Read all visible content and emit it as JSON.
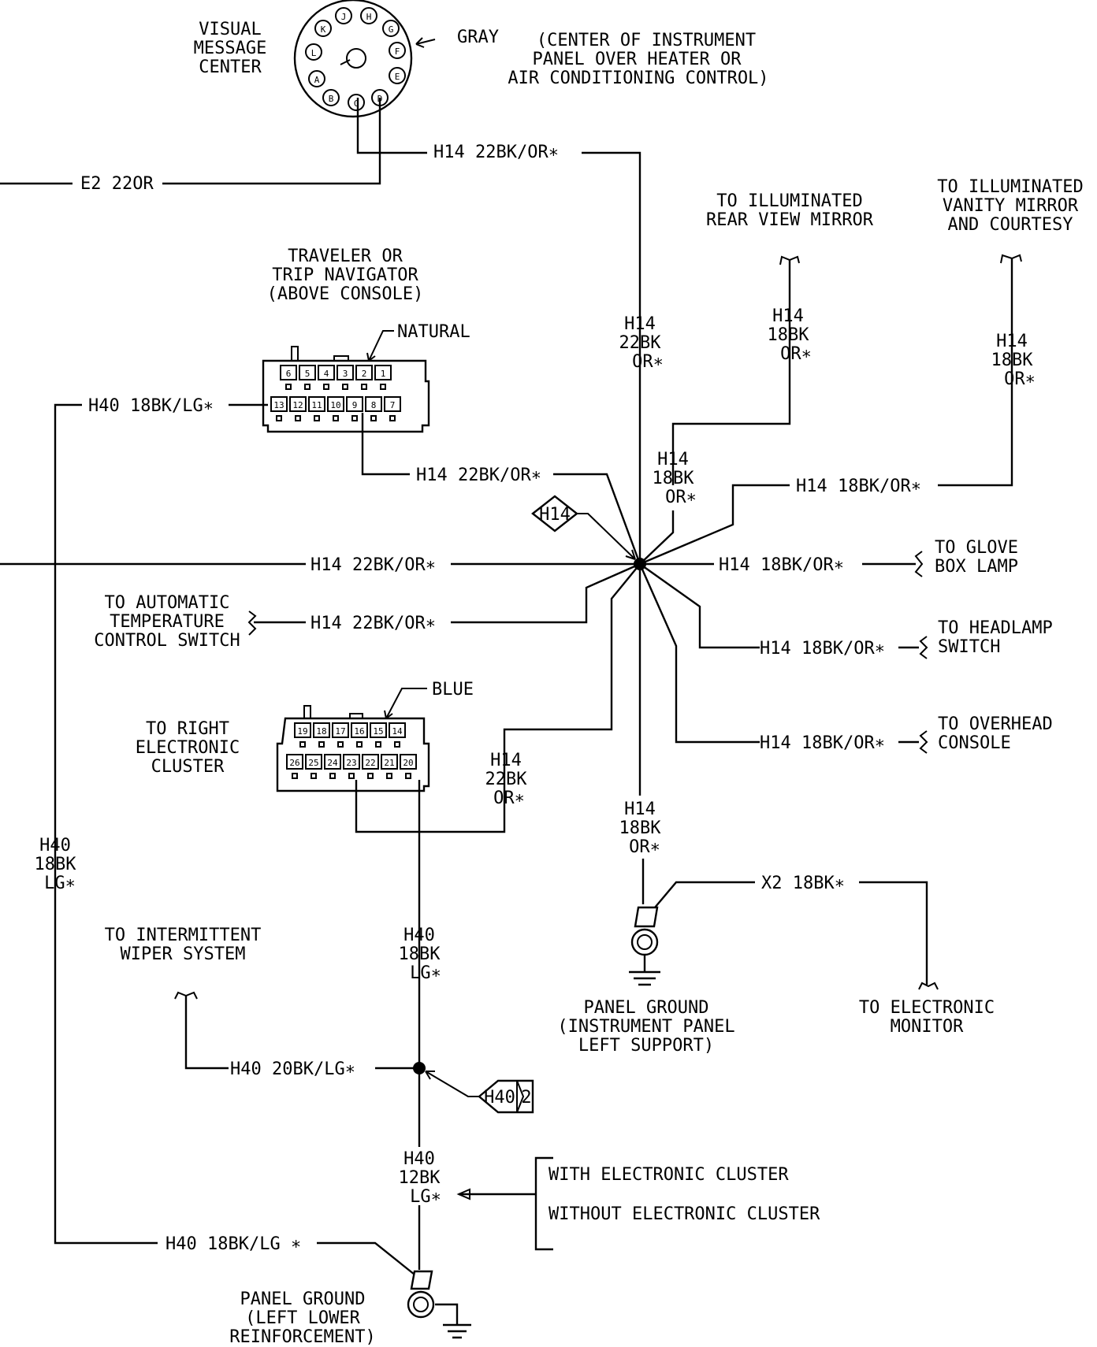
{
  "visual_message_center": {
    "title": [
      "VISUAL",
      "MESSAGE",
      "CENTER"
    ],
    "pins": [
      "A",
      "B",
      "C",
      "D",
      "E",
      "F",
      "G",
      "H",
      "J",
      "K",
      "L"
    ],
    "color": "GRAY",
    "location": [
      "(CENTER OF INSTRUMENT",
      "PANEL OVER HEATER OR",
      "AIR CONDITIONING CONTROL)"
    ]
  },
  "traveler": {
    "title": [
      "TRAVELER OR",
      "TRIP NAVIGATOR",
      "(ABOVE CONSOLE)"
    ],
    "color": "NATURAL",
    "row1": [
      "6",
      "5",
      "4",
      "3",
      "2",
      "1"
    ],
    "row2": [
      "13",
      "12",
      "11",
      "10",
      "9",
      "8",
      "7"
    ]
  },
  "cluster": {
    "title": [
      "TO RIGHT",
      "ELECTRONIC",
      "CLUSTER"
    ],
    "color": "BLUE",
    "row1": [
      "19",
      "18",
      "17",
      "16",
      "15",
      "14"
    ],
    "row2": [
      "26",
      "25",
      "24",
      "23",
      "22",
      "21",
      "20"
    ]
  },
  "splices": {
    "h14": "H14",
    "h40": "H40",
    "h40_num": "2"
  },
  "wires": {
    "h14_22_or": "H14 22BK/OR∗",
    "e2": "E2 22OR",
    "h40_18_lg": "H40 18BK/LG∗",
    "h40_18_lg_spaced": "H40 18BK/LG ∗",
    "h40_20_lg": "H40 20BK/LG∗",
    "h14_18_or": "H14 18BK/OR∗",
    "x2": "X2 18BK∗",
    "v_h14_22_top": [
      "H14",
      "22BK",
      "OR∗"
    ],
    "v_h14_18_rear": [
      "H14",
      "18BK",
      "OR∗"
    ],
    "v_h14_18_vanity": [
      "H14",
      "18BK",
      "OR∗"
    ],
    "v_h14_18_upper": [
      "H14",
      "18BK",
      "OR∗"
    ],
    "v_h14_22_cluster": [
      "H14",
      "22BK",
      "OR∗"
    ],
    "v_h14_18_ground": [
      "H14",
      "18BK",
      "OR∗"
    ],
    "v_h40_left": [
      "H40",
      "18BK",
      "LG∗"
    ],
    "v_h40_mid": [
      "H40",
      "18BK",
      "LG∗"
    ],
    "v_h40_12": [
      "H40",
      "12BK",
      "LG∗"
    ]
  },
  "destinations": {
    "rear_mirror": [
      "TO ILLUMINATED",
      "REAR VIEW MIRROR"
    ],
    "vanity": [
      "TO ILLUMINATED",
      "VANITY MIRROR",
      "AND COURTESY"
    ],
    "glove": [
      "TO GLOVE",
      "BOX LAMP"
    ],
    "headlamp": [
      "TO HEADLAMP",
      "SWITCH"
    ],
    "overhead": [
      "TO OVERHEAD",
      "CONSOLE"
    ],
    "atc": [
      "TO AUTOMATIC",
      "TEMPERATURE",
      "CONTROL SWITCH"
    ],
    "wiper": [
      "TO INTERMITTENT",
      "WIPER SYSTEM"
    ],
    "monitor": [
      "TO ELECTRONIC",
      "MONITOR"
    ]
  },
  "grounds": {
    "panel_ground": [
      "PANEL GROUND",
      "(INSTRUMENT PANEL",
      "LEFT SUPPORT)"
    ],
    "panel_ground_lower": [
      "PANEL GROUND",
      "(LEFT LOWER",
      "REINFORCEMENT)"
    ]
  },
  "legend": {
    "with_cluster": "WITH ELECTRONIC CLUSTER",
    "without_cluster": "WITHOUT ELECTRONIC CLUSTER"
  }
}
